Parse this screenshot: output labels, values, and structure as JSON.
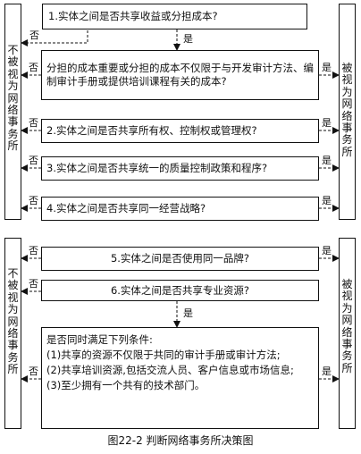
{
  "top": {
    "left_side": "不被视为网络事务所",
    "right_side": "被视为网络事务所",
    "q1": "1.实体之间是否共享收益或分担成本?",
    "q1_sub": "分担的成本重要或分担的成本不仅限于与开发审计方法、编制审计手册或提供培训课程有关的成本?",
    "q2": "2.实体之间是否共享所有权、控制权或管理权?",
    "q3": "3.实体之间是否共享统一的质量控制政策和程序?",
    "q4": "4.实体之间是否共享同一经营战略?"
  },
  "bottom": {
    "left_side": "不被视为网络事务所",
    "right_side": "被视为网络事务所",
    "q5": "5.实体之间是否使用同一品牌?",
    "q6": "6.实体之间是否共享专业资源?",
    "cond_title": "是否同时满足下列条件:",
    "cond_1": "(1)共享的资源不仅限于共同的审计手册或审计方法;",
    "cond_2": "(2)共享培训资源,包括交流人员、客户信息或市场信息;",
    "cond_3": "(3)至少拥有一个共有的技术部门。"
  },
  "labels": {
    "yes": "是",
    "no": "否"
  },
  "caption": "图22-2  判断网络事务所决策图"
}
